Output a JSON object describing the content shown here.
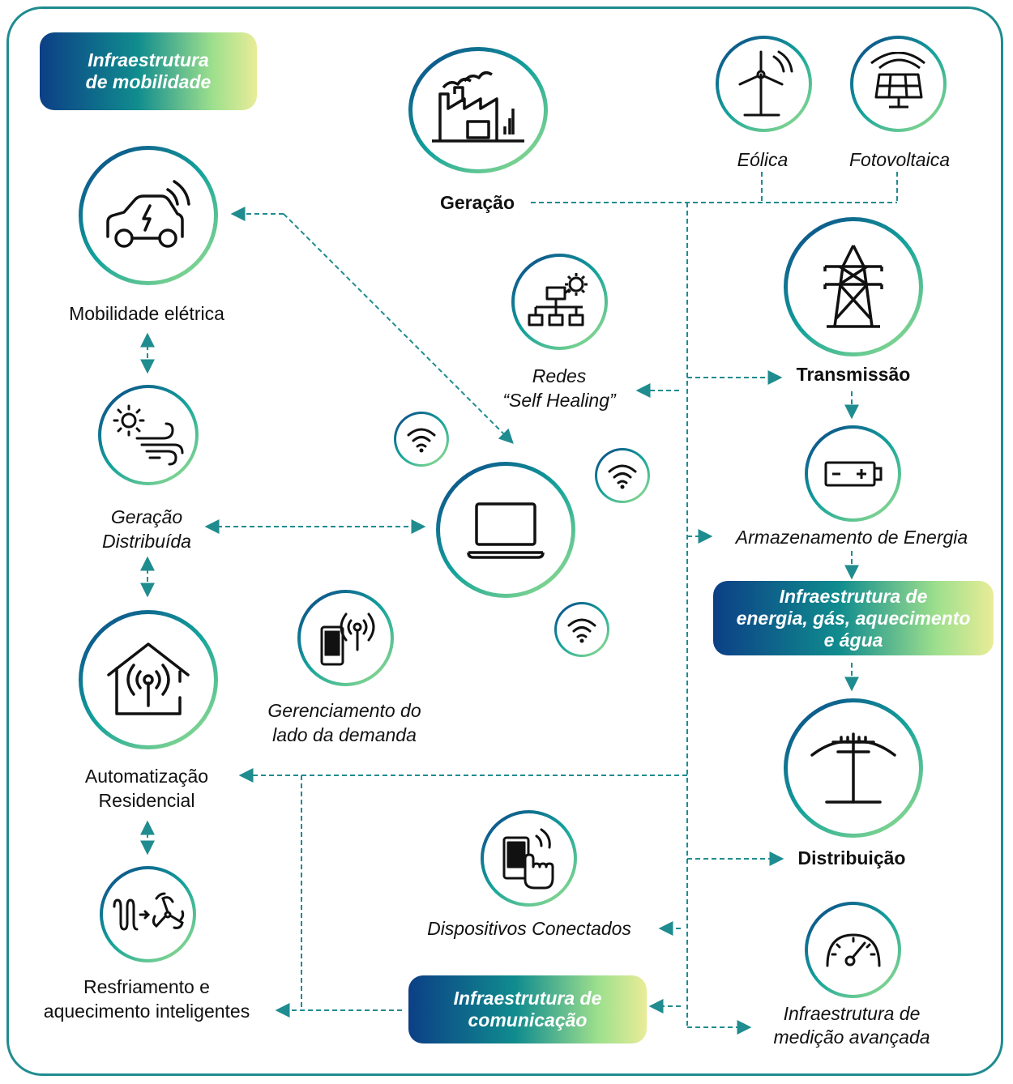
{
  "badges": {
    "mobility": "Infraestrutura\nde mobilidade",
    "energy": "Infraestrutura de\nenergia, gás, aquecimento\ne água",
    "communication": "Infraestrutura de\ncomunicação"
  },
  "labels": {
    "generation": "Geração",
    "wind": "Eólica",
    "solar": "Fotovoltaica",
    "electric_mobility": "Mobilidade elétrica",
    "self_healing_line1": "Redes",
    "self_healing_line2": "“Self Healing”",
    "transmission": "Transmissão",
    "distributed_gen_line1": "Geração",
    "distributed_gen_line2": "Distribuída",
    "storage": "Armazenamento de Energia",
    "demand_line1": "Gerenciamento do",
    "demand_line2": "lado da demanda",
    "home_auto_line1": "Automatização",
    "home_auto_line2": "Residencial",
    "distribution": "Distribuição",
    "devices": "Dispositivos Conectados",
    "hvac_line1": "Resfriamento e",
    "hvac_line2": "aquecimento inteligentes",
    "metering_line1": "Infraestrutura de",
    "metering_line2": "medição avançada"
  },
  "icons": {
    "factory": "factory-icon",
    "wind_turbine": "wind-turbine-icon",
    "solar_panel": "solar-panel-icon",
    "electric_car": "electric-car-icon",
    "network_gear": "network-gear-icon",
    "transmission_tower": "transmission-tower-icon",
    "sun_wind": "sun-wind-icon",
    "laptop": "laptop-icon",
    "wifi": "wifi-icon",
    "battery": "battery-icon",
    "phone_signal": "phone-signal-icon",
    "smart_home": "smart-home-icon",
    "power_pole": "power-pole-icon",
    "touch_phone": "touch-phone-icon",
    "heat_fan": "heat-fan-icon",
    "gauge": "gauge-icon"
  },
  "colors": {
    "connector": "#1f8c8f",
    "ring_start": "#0c3f86",
    "ring_mid": "#13a39b",
    "ring_end": "#a6e58c",
    "text": "#111111"
  }
}
